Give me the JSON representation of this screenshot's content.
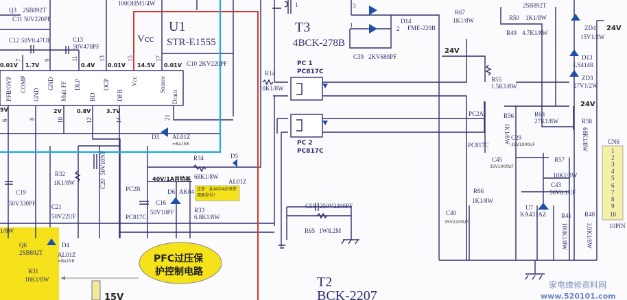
{
  "ic": {
    "ref": "U1",
    "part": "STR-E1555",
    "vcc_label": "Vcc",
    "pins": [
      "PFB/OVP",
      "COMP",
      "GND",
      "GND",
      "Mult FF",
      "DLP",
      "BD",
      "OCP",
      "DFB",
      "Vcc",
      "Source",
      "Drain"
    ],
    "pin_numbers": [
      "7",
      "9",
      "11",
      "13",
      "15",
      "17",
      "6",
      "8",
      "10",
      "12",
      "14",
      "21"
    ],
    "voltages": [
      "0.01V",
      "1.7V",
      "0.4V",
      "0.01V",
      "14.5V",
      "0.01V",
      "2V",
      "0.8V",
      "3.7V"
    ]
  },
  "transformers": {
    "t3_ref": "T3",
    "t3_part": "4BCK-278B",
    "t2_ref": "T2",
    "t2_part": "BCK-2207",
    "t3_pin": "1"
  },
  "optocouplers": [
    {
      "ref": "PC 1",
      "part": "PC817C"
    },
    {
      "ref": "PC 2",
      "part": "PC817C"
    }
  ],
  "components": {
    "q3": "Q3",
    "q3_part": "2SB892T",
    "c11": "C11",
    "c11_val": "50V220PF",
    "c12": "C12",
    "c12_val": "50V0.47UF",
    "c13": "C13",
    "c13_val": "50V470PF",
    "c10": "C10",
    "c10_val": "2KV220PF",
    "r_top": "100OHM1/4W",
    "d3": "D3",
    "d3_val": "AL01Z",
    "d3_sub": "=Ba158",
    "r14": "R14",
    "r14_val": "10K1/8W",
    "d14": "D14",
    "d14_val": "FME-220B",
    "c39": "C39",
    "c39_val": "2KV680PF",
    "d14_p3": "3",
    "d14_p1": "1",
    "d14_p2": "2",
    "r67": "R67",
    "r67_val": "1K1/8W",
    "q_top": "2SB892T",
    "r50": "R50",
    "r50_val": "1K1/8W",
    "r49": "R49",
    "r49_val": "4.7K1/8W",
    "zd4": "ZD4",
    "zd4_val": "15V1/2W",
    "d13": "D13",
    "d13_val": "LS4148",
    "zd3": "ZD3",
    "zd3_val": "27V1/2W",
    "r55": "R55",
    "r55_val": "1.5K1/8W",
    "pc2a": "PC2A",
    "r56": "R56",
    "r56_val": "1K1/8W",
    "pc817c_r": "PC817C",
    "r68": "R68",
    "r68_val": "27K1/8W",
    "r58": "R58",
    "r58_val": "68K1/8W",
    "c29": "C29",
    "c29_val": "35V1000UF",
    "c45": "C45",
    "c45_val": "35V1000UF",
    "r57": "R57",
    "r57_val": "10K1/8W",
    "c43": "C43",
    "c43_val": "50V0.1UF",
    "u7": "U7",
    "u7_val": "KA431AZ",
    "r41": "R41",
    "r41_val": "100K1/8W",
    "r40": "R40",
    "r40_val": "3.9K1/8W",
    "r66": "R66",
    "r66_val": "1K1/8W",
    "c40": "C40",
    "c40_val": "35V2200UF",
    "c51": "C51",
    "c51_val": "250V2200PF",
    "r65": "R65",
    "r65_val": "1W8.2M",
    "c19": "C19",
    "c19_val": "50V330PF",
    "r32": "R32",
    "r32_val": "1K1/8W",
    "c20": "C20",
    "c20_val": "50V10NF",
    "c21": "C21",
    "c21_val": "50V22UF",
    "pc2b": "PC2B",
    "pc817c_l": "PC817C",
    "c16": "C16",
    "c16_val": "50V10PF",
    "d6": "D6",
    "d6_val": "AK04",
    "r33": "R33",
    "r33_val": "6.8K1/8W",
    "r34": "R34",
    "r34_val": "68K1/8W",
    "d5": "D5",
    "d5_val": "AL01Z",
    "supply_note": "40V/1A肖特基",
    "q6": "Q6",
    "q6_val": "2SB892T",
    "d4": "D4",
    "d4_val": "AL01Z",
    "d4_sub": "=Ba158",
    "r31": "R31",
    "r31_val": "10K1/8W",
    "r_left": "1/8W"
  },
  "rails": {
    "v24_a": "24V",
    "v24_b": "24V",
    "v24_c": "24V",
    "v15": "15V",
    "left_v": "9V"
  },
  "connector": {
    "ref": "CN6",
    "pins": [
      "1",
      "2",
      "3",
      "4",
      "5",
      "6",
      "7",
      "8",
      "9",
      "10"
    ],
    "type": "10PIN"
  },
  "annotations": {
    "warning": "注意：此AK04必须使用原型号！",
    "pfc_line1": "PFC过压保",
    "pfc_line2": "护控制电路"
  },
  "watermark": {
    "cn": "家电维修资料网",
    "url": "www.520101.com"
  },
  "colors": {
    "wire": "#2e2e6e",
    "vcc_trace": "#d8382c",
    "cyan_trace": "#1ea7d8",
    "highlight": "#f5e21a"
  }
}
